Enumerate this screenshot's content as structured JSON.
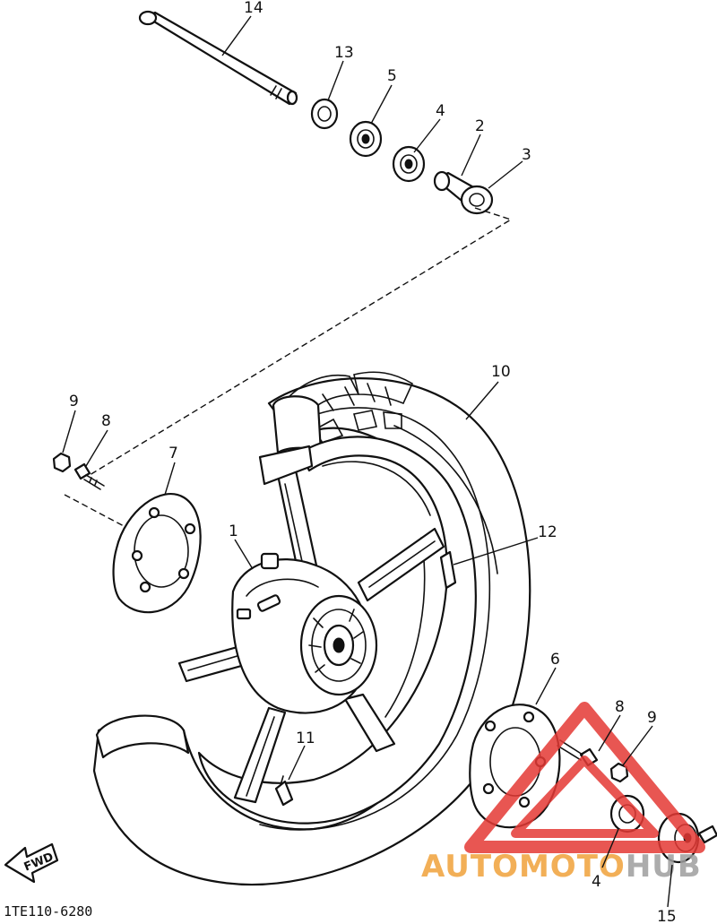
{
  "diagram": {
    "part_code": "1TE110-6280",
    "fwd_label": "FWD",
    "callouts": [
      {
        "id": "c14",
        "label": "14"
      },
      {
        "id": "c13",
        "label": "13"
      },
      {
        "id": "c5",
        "label": "5"
      },
      {
        "id": "c4a",
        "label": "4"
      },
      {
        "id": "c2",
        "label": "2"
      },
      {
        "id": "c3",
        "label": "3"
      },
      {
        "id": "c10",
        "label": "10"
      },
      {
        "id": "c9a",
        "label": "9"
      },
      {
        "id": "c8a",
        "label": "8"
      },
      {
        "id": "c7",
        "label": "7"
      },
      {
        "id": "c1",
        "label": "1"
      },
      {
        "id": "c12",
        "label": "12"
      },
      {
        "id": "c6",
        "label": "6"
      },
      {
        "id": "c8b",
        "label": "8"
      },
      {
        "id": "c9b",
        "label": "9"
      },
      {
        "id": "c11",
        "label": "11"
      },
      {
        "id": "c4b",
        "label": "4"
      },
      {
        "id": "c15",
        "label": "15"
      }
    ]
  },
  "watermark": {
    "text_red": "AUTOMOTO",
    "text_gray": "HUB",
    "color_red": "#e53935",
    "color_orange": "#f0a23a",
    "color_gray": "#9e9e9e"
  }
}
